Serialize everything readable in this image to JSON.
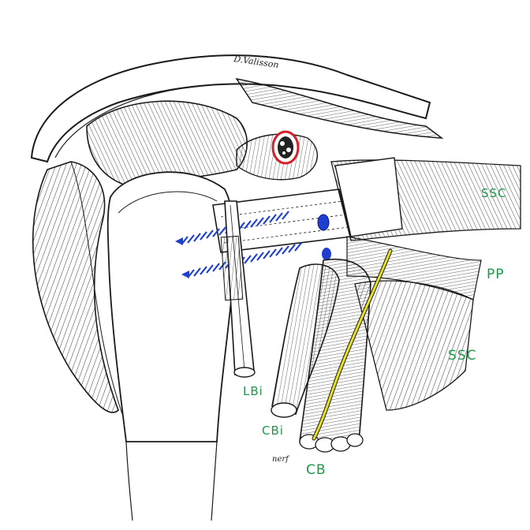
{
  "signature": "D.Valisson",
  "labels": {
    "ssc_upper": "SSC",
    "pp": "PP",
    "ssc_lower": "SSC",
    "lbi": "LBi",
    "cbi": "CBi",
    "nerf": "nerf",
    "cb": "CB"
  },
  "colors": {
    "label_green": "#1a9a4a",
    "screw_blue": "#1e3fd0",
    "nerve_yellow": "#e6e021",
    "vessel_red": "#d4202a",
    "ink": "#1a1a1a"
  }
}
